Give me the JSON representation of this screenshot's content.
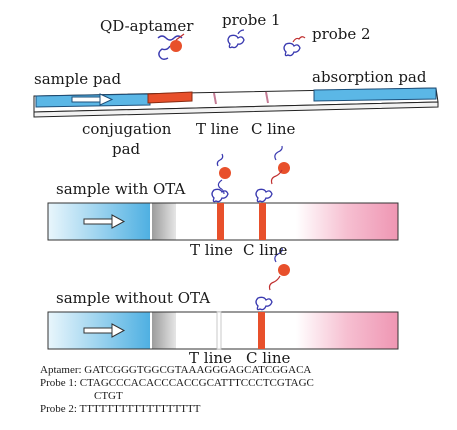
{
  "labels": {
    "qd_aptamer": "QD-aptamer",
    "probe1": "probe 1",
    "probe2": "probe 2",
    "sample_pad": "sample pad",
    "absorption_pad": "absorption pad",
    "conjugation_pad_line1": "conjugation",
    "conjugation_pad_line2": "pad",
    "t_line": "T line",
    "c_line": "C line",
    "sample_with": "sample with OTA",
    "sample_without": "sample without OTA"
  },
  "sequences": {
    "aptamer": "Aptamer: GATCGGGTGGCGTAAAGGGAGCATCGGACA",
    "probe1": "Probe 1: CTAGCCCACACCCACCGCATTTCCCTCGTAGC",
    "probe1_cont": "CTGT",
    "probe2": "Probe 2: TTTTTTTTTTTTTTTTTT"
  },
  "colors": {
    "sample_pad": "#5bb7e6",
    "conjugation_pad": "#e8502b",
    "test_line": "#e8502b",
    "absorption_gradient": "#f2a2bd",
    "qd_dot": "#e8502b",
    "probe1_strand": "#3a3ab0",
    "probe2_strand": "#c03030"
  },
  "icons": [
    "arrow-icon",
    "qd-aptamer-icon",
    "probe1-icon",
    "probe2-icon"
  ]
}
